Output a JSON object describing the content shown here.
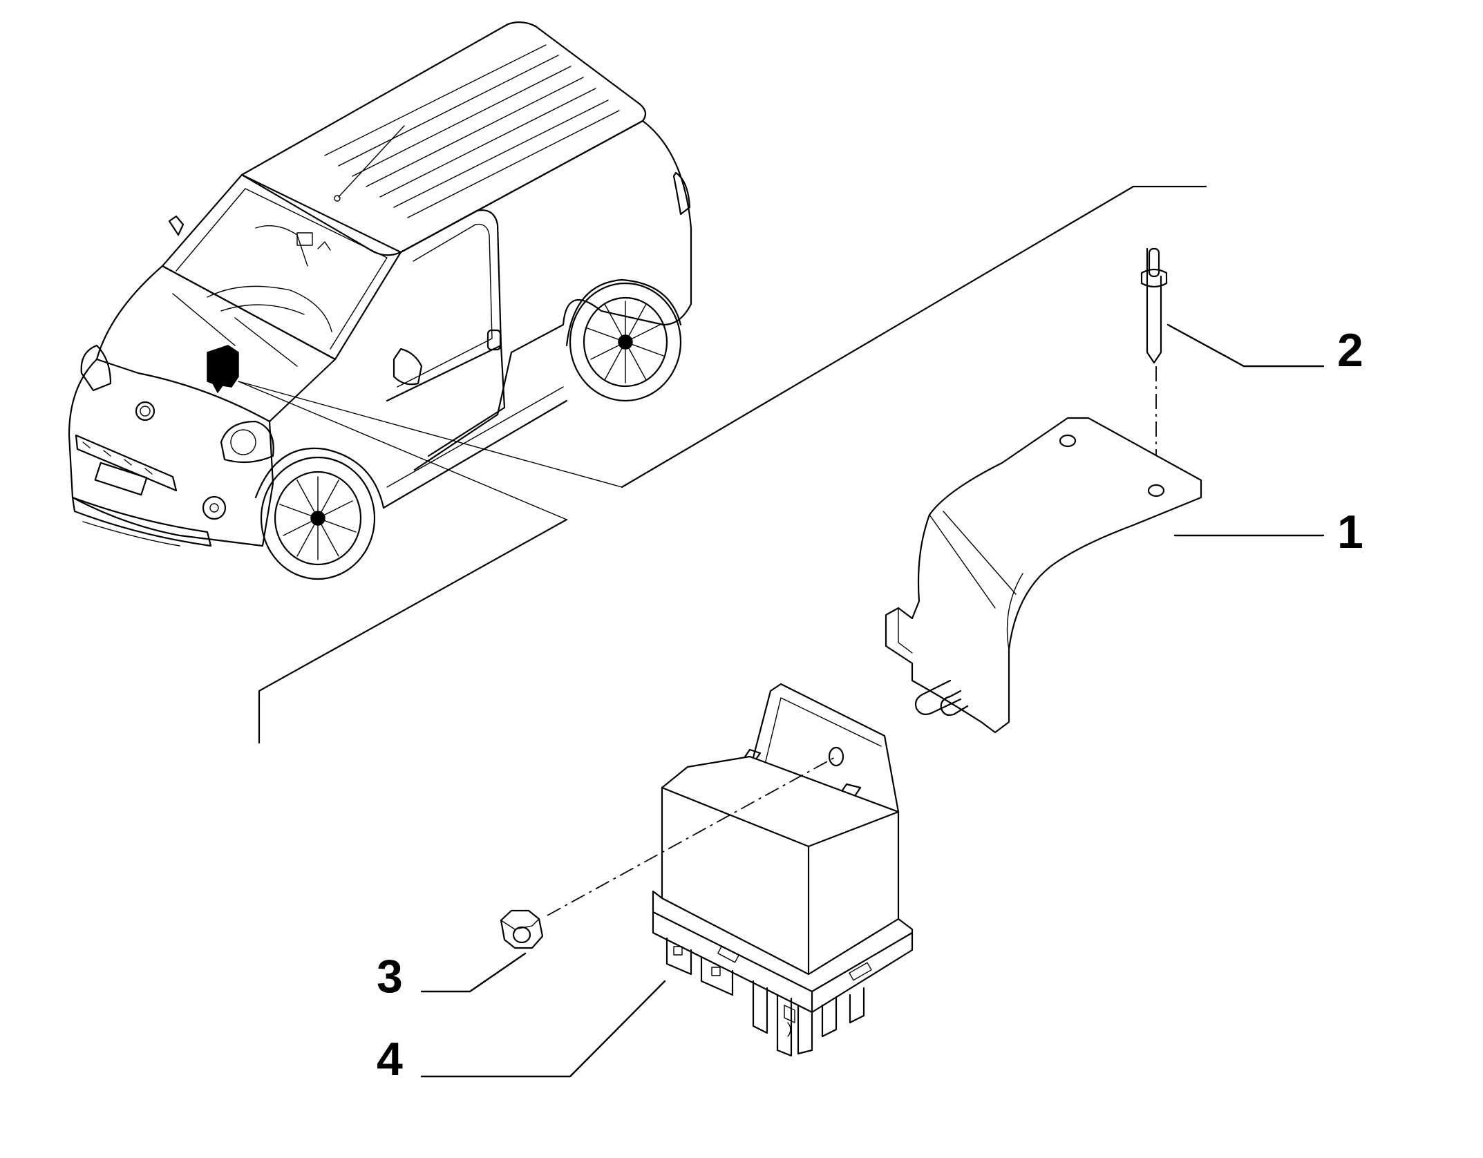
{
  "callouts": [
    {
      "number": "1",
      "part": "bracket"
    },
    {
      "number": "2",
      "part": "rivet"
    },
    {
      "number": "3",
      "part": "nut"
    },
    {
      "number": "4",
      "part": "relay"
    }
  ],
  "colors": {
    "line": "#000000",
    "background": "#ffffff"
  }
}
